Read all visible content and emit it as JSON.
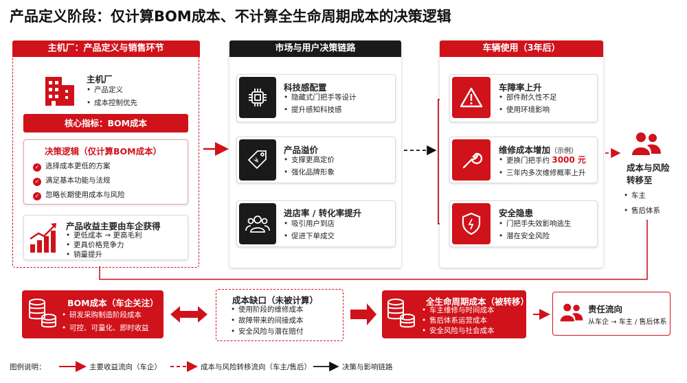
{
  "title": "产品定义阶段：仅计算BOM成本、不计算全生命周期成本的决策逻辑",
  "col1": {
    "header": "主机厂：产品定义与销售环节",
    "oem_title": "主机厂",
    "oem_items": [
      "产品定义",
      "成本控制优先"
    ],
    "metric": "核心指标：BOM成本",
    "decision_title": "决策逻辑（仅计算BOM成本）",
    "decision_items": [
      "选择成本更低的方案",
      "满足基本功能与法规",
      "忽略长期使用成本与风险"
    ],
    "revenue_title": "产品收益主要由车企获得",
    "revenue_items": [
      "更低成本 → 更高毛利",
      "更具价格竞争力",
      "销量提升"
    ]
  },
  "col2": {
    "header": "市场与用户决策链路",
    "cards": [
      {
        "title": "科技感配置",
        "items": [
          "隐藏式门把手等设计",
          "提升感知科技感"
        ]
      },
      {
        "title": "产品溢价",
        "items": [
          "支撑更高定价",
          "强化品牌形象"
        ]
      },
      {
        "title": "进店率 / 转化率提升",
        "items": [
          "吸引用户到店",
          "促进下单成交"
        ]
      }
    ]
  },
  "col3": {
    "header": "车辆使用（3年后）",
    "cards": [
      {
        "title": "车障率上升",
        "items": [
          "部件耐久性不足",
          "使用环境影响"
        ]
      },
      {
        "title": "维修成本增加",
        "example": "（示例）",
        "items": [
          "更换门把手约",
          "三年内多次维修概率上升"
        ],
        "amount": "3000 元"
      },
      {
        "title": "安全隐患",
        "items": [
          "门把手失效影响逃生",
          "潜在安全风险"
        ]
      }
    ]
  },
  "transfer": {
    "title": "成本与风险\n转移至",
    "items": [
      "车主",
      "售后体系"
    ]
  },
  "bottom": {
    "bom": {
      "title": "BOM成本（车企关注）",
      "items": [
        "研发采购制造阶段成本",
        "可控、可量化、即时收益"
      ]
    },
    "gap": {
      "title": "成本缺口（未被计算）",
      "items": [
        "使用阶段的维修成本",
        "故障带来的间接成本",
        "安全风险与潜在赔付"
      ]
    },
    "lifecycle": {
      "title": "全生命周期成本（被转移）",
      "items": [
        "车主维修与时间成本",
        "售后体系运营成本",
        "安全风险与社会成本"
      ]
    },
    "resp": {
      "title": "责任流向",
      "text": "从车企 → 车主 / 售后体系"
    }
  },
  "legend": {
    "label": "图例说明：",
    "items": [
      "主要收益流向（车企）",
      "成本与风险转移流向（车主/售后）",
      "决策与影响链路"
    ]
  },
  "colors": {
    "accent": "#d0121b",
    "dark": "#1a1a1a"
  }
}
